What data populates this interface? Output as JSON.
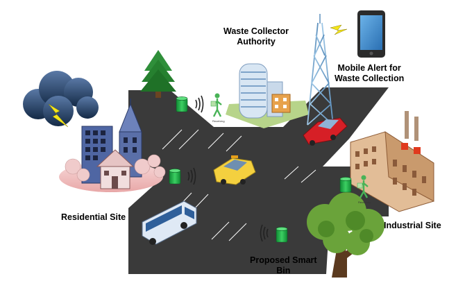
{
  "labels": {
    "waste_collector": [
      "Waste Collector",
      "Authority"
    ],
    "mobile_alert": [
      "Mobile Alert for",
      "Waste Collection"
    ],
    "residential": "Residential Site",
    "industrial": "Industrial Site",
    "smart_bin": [
      "Proposed Smart",
      "Bin"
    ]
  },
  "bin_tag": "Receiving",
  "colors": {
    "road": "#3a3a3a",
    "bin": "#22b14c",
    "residential_ground": "#f3c6c6",
    "tree_green": "#2e8b2e",
    "taxi": "#f4d03f",
    "red_car": "#d61f26",
    "bus": "#dfe9f5",
    "signal_wave": "#222222",
    "lightning": "#f5e61a",
    "cloud": "#1f3a5c"
  },
  "icons": [
    "storm-cloud-icon",
    "pine-tree-icon",
    "office-building-icon",
    "radio-tower-icon",
    "smartphone-icon",
    "factory-icon",
    "oak-tree-icon",
    "house-icon",
    "bus-icon",
    "taxi-icon",
    "car-icon",
    "smart-bin-icon",
    "signal-wave-icon",
    "person-icon"
  ]
}
